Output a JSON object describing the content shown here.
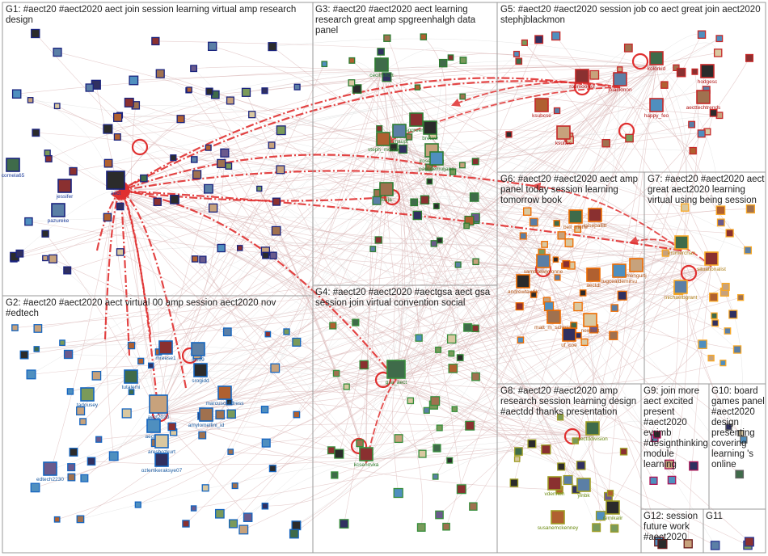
{
  "groups": [
    {
      "id": "G1",
      "label": "G1: #aect20 #aect2020 aect join session learning virtual amp research design"
    },
    {
      "id": "G2",
      "label": "G2: #aect20 #aect2020 aect virtual 00 amp session aect2020 nov #edtech"
    },
    {
      "id": "G3",
      "label": "G3: #aect20 #aect2020 aect learning research great amp spgreenhalgh data panel"
    },
    {
      "id": "G4",
      "label": "G4: #aect20 #aect2020 #aectgsa aect gsa session join virtual convention social"
    },
    {
      "id": "G5",
      "label": "G5: #aect20 #aect2020 session job co aect great join aect2020 stephjblackmon"
    },
    {
      "id": "G6",
      "label": "G6: #aect20 #aect2020 aect amp panel today session learning tomorrow book"
    },
    {
      "id": "G7",
      "label": "G7: #aect20 #aect2020 aect great aect2020 learning virtual using being session"
    },
    {
      "id": "G8",
      "label": "G8: #aect20 #aect2020 amp research session learning design #aectdd thanks presentation"
    },
    {
      "id": "G9",
      "label": "G9: join more aect excited present #aect2020 evrimb #designthinking module learning"
    },
    {
      "id": "G10",
      "label": "G10: board games panel #aect2020 design presenting covering learning 's online"
    },
    {
      "id": "G11",
      "label": "G11"
    },
    {
      "id": "G12",
      "label": "G12: session future work #aect2020"
    }
  ],
  "node_labels": {
    "G1": [
      "cornela65",
      "jessifer",
      "pazureke",
      "aect"
    ],
    "G2": [
      "tutalemi",
      "mreese1",
      "jlm09",
      "srogidd",
      "marcuschildress",
      "aect2020",
      "aectddi",
      "amylomellini_id",
      "aresbozkurt",
      "ozlemkeraksye07",
      "edtech2230",
      "tadousey"
    ],
    "G3": [
      "cecilrshort",
      "spgreenh",
      "rzhaupt",
      "bretaw",
      "steph_moore",
      "jrosenberg",
      "paulinemuljana",
      "isaja"
    ],
    "G4": [
      "gsa_aect",
      "kcsenovka"
    ],
    "G5": [
      "kolorkid",
      "robmoore3",
      "jblackmon",
      "hodgesc",
      "ksubcse",
      "ksuitec",
      "happy_feo",
      "aecttechtrends"
    ],
    "G6": [
      "beli_mehe",
      "loisepallitt",
      "samshewyvonne",
      "andrewtawfik",
      "aectdl",
      "mengurtj",
      "tugcealdemirsu",
      "matt_m_schmidt",
      "newbutt",
      "uf_coe"
    ],
    "G7": [
      "ercmerchan",
      "situationalist",
      "michaelbgrant"
    ],
    "G8": [
      "aectddivision",
      "vdennen",
      "yinbk",
      "remikalir",
      "susanemckenney"
    ]
  },
  "colors": {
    "grid": "#9a9a9a",
    "edge": "#d8b4b4",
    "strong_edge": "#e03030",
    "node_label_colors": {
      "G1": "#1a3a9a",
      "G2": "#1a5aa0",
      "G3": "#2a7a2a",
      "G4": "#2a7a2a",
      "G5": "#b01010",
      "G6": "#b05010",
      "G7": "#b0801a",
      "G8": "#6a8a10",
      "G9": "#a02060",
      "G10": "#606060",
      "G11": "#303080",
      "G12": "#800020"
    },
    "node_border_colors": {
      "G1": "#1a237e",
      "G2": "#1565c0",
      "G3": "#2e7d32",
      "G4": "#388e3c",
      "G5": "#c62828",
      "G6": "#ef6c00",
      "G7": "#f9a825",
      "G8": "#9e9d24",
      "G9": "#ad1457",
      "G10": "#616161",
      "G11": "#283593",
      "G12": "#6a1b1b"
    }
  }
}
